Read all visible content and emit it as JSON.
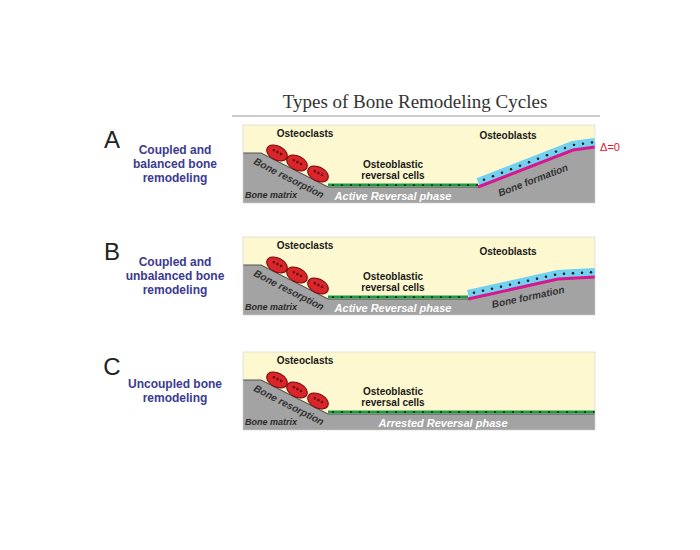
{
  "diagram": {
    "title": "Types of Bone Remodeling Cycles",
    "labels": [
      "A",
      "Coupled and balanced bone remodeling",
      "Osteoclasts",
      "Bone resorption",
      "Osteoblastic reversal cells",
      "Osteoblasts",
      "Bone formation",
      "Δ=0",
      "Bone matrix",
      "Active Reversal phase",
      "B",
      "Coupled and unbalanced bone remodeling",
      "Osteoclasts",
      "Bone resorption",
      "Osteoblastic reversal cells",
      "Osteoblasts",
      "Bone formation",
      "Bone matrix",
      "Active Reversal phase",
      "C",
      "Uncoupled bone remodeling",
      "Osteoclasts",
      "Bone resorption",
      "Osteoblastic reversal cells",
      "Bone matrix",
      "Arrested Reversal phase"
    ]
  }
}
